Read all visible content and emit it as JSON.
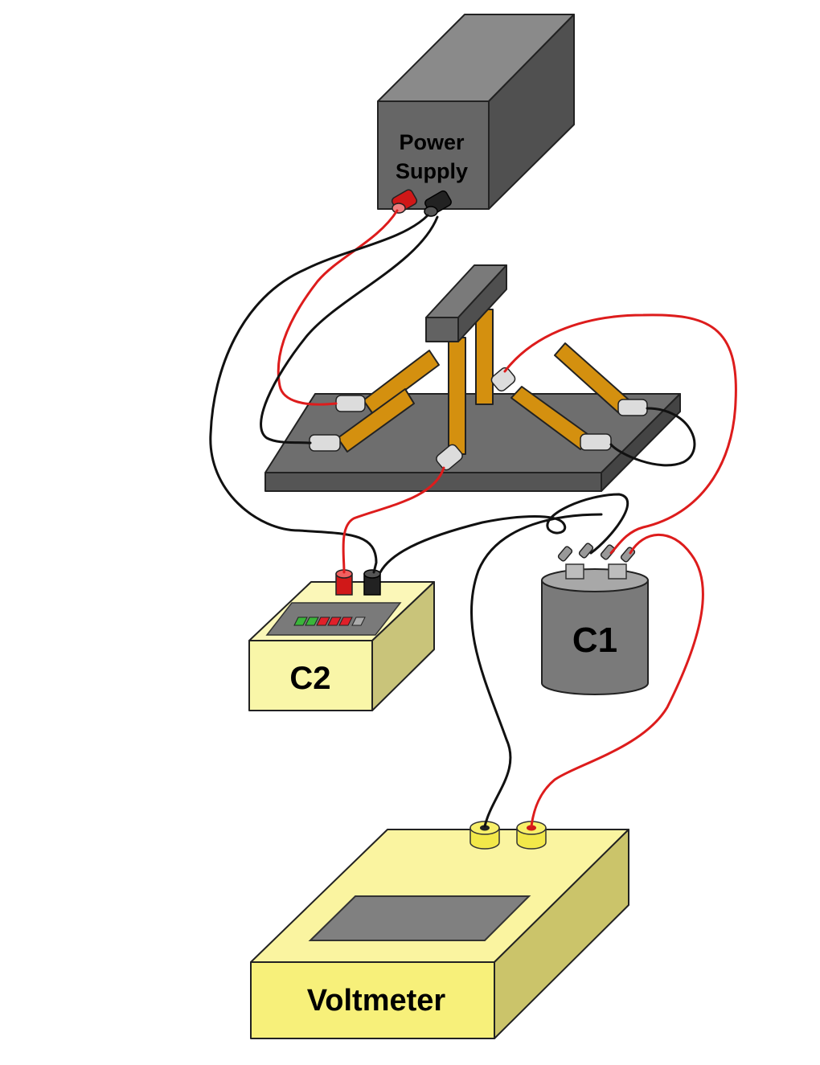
{
  "diagram": {
    "components": {
      "power_supply": {
        "label_line1": "Power",
        "label_line2": "Supply"
      },
      "capacitor_c1": {
        "label": "C1"
      },
      "meter_c2": {
        "label": "C2"
      },
      "voltmeter": {
        "label": "Voltmeter"
      }
    },
    "colors": {
      "power_supply": "#555555",
      "apparatus_base": "#5a5a5a",
      "wooden_rod": "#d4900f",
      "meter_body": "#f8f4a0",
      "wire_red": "#dd1c1c",
      "wire_black": "#111111",
      "led_green": "#3ab53a",
      "led_red": "#e0202a"
    }
  }
}
